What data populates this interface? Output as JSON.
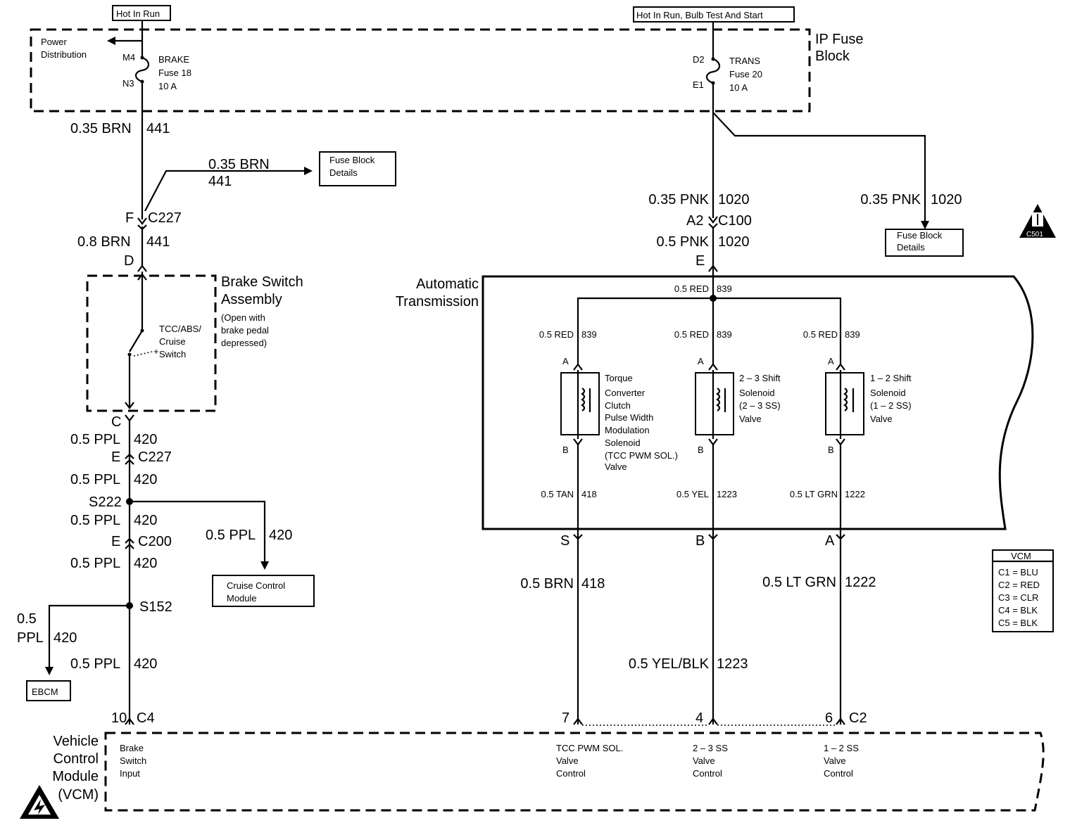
{
  "headers": {
    "hot_in_run": "Hot In Run",
    "hot_in_run_bulb_test_start": "Hot In Run, Bulb Test And Start"
  },
  "ip_fuse_block": {
    "line1": "IP Fuse",
    "line2": "Block",
    "power_distribution_1": "Power",
    "power_distribution_2": "Distribution",
    "brake_fuse": {
      "top_pin": "M4",
      "bottom_pin": "N3",
      "name": "BRAKE",
      "fuse": "Fuse 18",
      "rating": "10 A"
    },
    "trans_fuse": {
      "top_pin": "D2",
      "bottom_pin": "E1",
      "name": "TRANS",
      "fuse": "Fuse 20",
      "rating": "10 A"
    }
  },
  "fuse_block_details": {
    "line1": "Fuse Block",
    "line2": "Details"
  },
  "left_circuit": {
    "wire_brn_441_a": {
      "gauge": "0.35 BRN",
      "circuit": "441"
    },
    "branch_brn": {
      "gauge": "0.35 BRN",
      "circuit": "441"
    },
    "c227_f": {
      "pin": "F",
      "connector": "C227"
    },
    "wire_brn_441_b": {
      "gauge": "0.8 BRN",
      "circuit": "441"
    },
    "pin_d": "D",
    "brake_switch": {
      "title1": "Brake Switch",
      "title2": "Assembly",
      "note1": "(Open with",
      "note2": "brake pedal",
      "note3": "depressed)",
      "switch1": "TCC/ABS/",
      "switch2": "Cruise",
      "switch3": "Switch"
    },
    "pin_c": "C",
    "wire_ppl_1": {
      "gauge": "0.5 PPL",
      "circuit": "420"
    },
    "c227_e": {
      "pin": "E",
      "connector": "C227"
    },
    "wire_ppl_2": {
      "gauge": "0.5 PPL",
      "circuit": "420"
    },
    "splice_s222": "S222",
    "wire_ppl_3": {
      "gauge": "0.5 PPL",
      "circuit": "420"
    },
    "c200_e": {
      "pin": "E",
      "connector": "C200"
    },
    "wire_ppl_4": {
      "gauge": "0.5 PPL",
      "circuit": "420"
    },
    "branch_cruise": {
      "gauge": "0.5 PPL",
      "circuit": "420"
    },
    "cruise_control_module": {
      "line1": "Cruise Control",
      "line2": "Module"
    },
    "splice_s152": "S152",
    "branch_ebcm": {
      "gauge1": "0.5",
      "gauge2": "PPL",
      "circuit": "420"
    },
    "ebcm": "EBCM",
    "wire_ppl_5": {
      "gauge": "0.5 PPL",
      "circuit": "420"
    },
    "vcm_pin": {
      "pin": "10",
      "connector": "C4"
    }
  },
  "right_circuit": {
    "wire_pnk_a": {
      "gauge": "0.35 PNK",
      "circuit": "1020"
    },
    "branch_pnk": {
      "gauge": "0.35 PNK",
      "circuit": "1020"
    },
    "c100": {
      "pin": "A2",
      "connector": "C100"
    },
    "wire_pnk_b": {
      "gauge": "0.5 PNK",
      "circuit": "1020"
    },
    "pin_e": "E",
    "automatic_transmission": {
      "line1": "Automatic",
      "line2": "Transmission"
    },
    "red_top": {
      "gauge": "0.5 RED",
      "circuit": "839"
    },
    "red_left": {
      "gauge": "0.5 RED",
      "circuit": "839"
    },
    "red_mid": {
      "gauge": "0.5 RED",
      "circuit": "839"
    },
    "red_right": {
      "gauge": "0.5 RED",
      "circuit": "839"
    },
    "tcc_solenoid": {
      "pin_a": "A",
      "pin_b": "B",
      "l1": "Torque",
      "l2": "Converter",
      "l3": "Clutch",
      "l4": "Pulse Width",
      "l5": "Modulation",
      "l6": "Solenoid",
      "l7": "(TCC PWM SOL.)",
      "l8": "Valve"
    },
    "ss23_solenoid": {
      "pin_a": "A",
      "pin_b": "B",
      "l1": "2 – 3 Shift",
      "l2": "Solenoid",
      "l3": "(2 – 3 SS)",
      "l4": "Valve"
    },
    "ss12_solenoid": {
      "pin_a": "A",
      "pin_b": "B",
      "l1": "1 – 2 Shift",
      "l2": "Solenoid",
      "l3": "(1 – 2 SS)",
      "l4": "Valve"
    },
    "inner_tan": {
      "gauge": "0.5 TAN",
      "circuit": "418"
    },
    "inner_yel": {
      "gauge": "0.5 YEL",
      "circuit": "1223"
    },
    "inner_ltgrn": {
      "gauge": "0.5 LT GRN",
      "circuit": "1222"
    },
    "pin_s": "S",
    "pin_b": "B",
    "pin_a": "A",
    "outer_brn": {
      "gauge": "0.5 BRN",
      "circuit": "418"
    },
    "outer_ltgrn": {
      "gauge": "0.5 LT GRN",
      "circuit": "1222"
    },
    "outer_yelblk": {
      "gauge": "0.5 YEL/BLK",
      "circuit": "1223"
    },
    "vcm_pin_7": "7",
    "vcm_pin_4": "4",
    "vcm_pin_6": "6",
    "vcm_c2": "C2"
  },
  "vcm_legend": {
    "title": "VCM",
    "rows": [
      "C1 = BLU",
      "C2 = RED",
      "C3 = CLR",
      "C4 = BLK",
      "C5 = BLK"
    ]
  },
  "vcm": {
    "l1": "Vehicle",
    "l2": "Control",
    "l3": "Module",
    "l4": "(VCM)",
    "brake_input": {
      "l1": "Brake",
      "l2": "Switch",
      "l3": "Input"
    },
    "tcc_control": {
      "l1": "TCC PWM SOL.",
      "l2": "Valve",
      "l3": "Control"
    },
    "ss23_control": {
      "l1": "2 – 3 SS",
      "l2": "Valve",
      "l3": "Control"
    },
    "ss12_control": {
      "l1": "1 – 2 SS",
      "l2": "Valve",
      "l3": "Control"
    }
  },
  "symbol_label": "C501"
}
